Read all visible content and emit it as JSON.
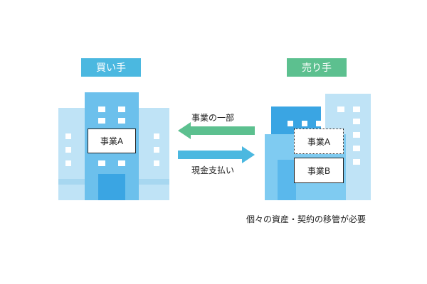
{
  "buyer": {
    "label": "買い手",
    "business": "事業A"
  },
  "seller": {
    "label": "売り手",
    "business_a": "事業A",
    "business_b": "事業B"
  },
  "flows": {
    "transfer_label": "事業の一部",
    "payment_label": "現金支払い"
  },
  "note": "個々の資産・契約の移管が必要",
  "colors": {
    "buyer_badge": "#4bb8e0",
    "seller_badge": "#5cc08f",
    "transfer_arrow": "#5cc08f",
    "payment_arrow": "#4bb8e0"
  }
}
